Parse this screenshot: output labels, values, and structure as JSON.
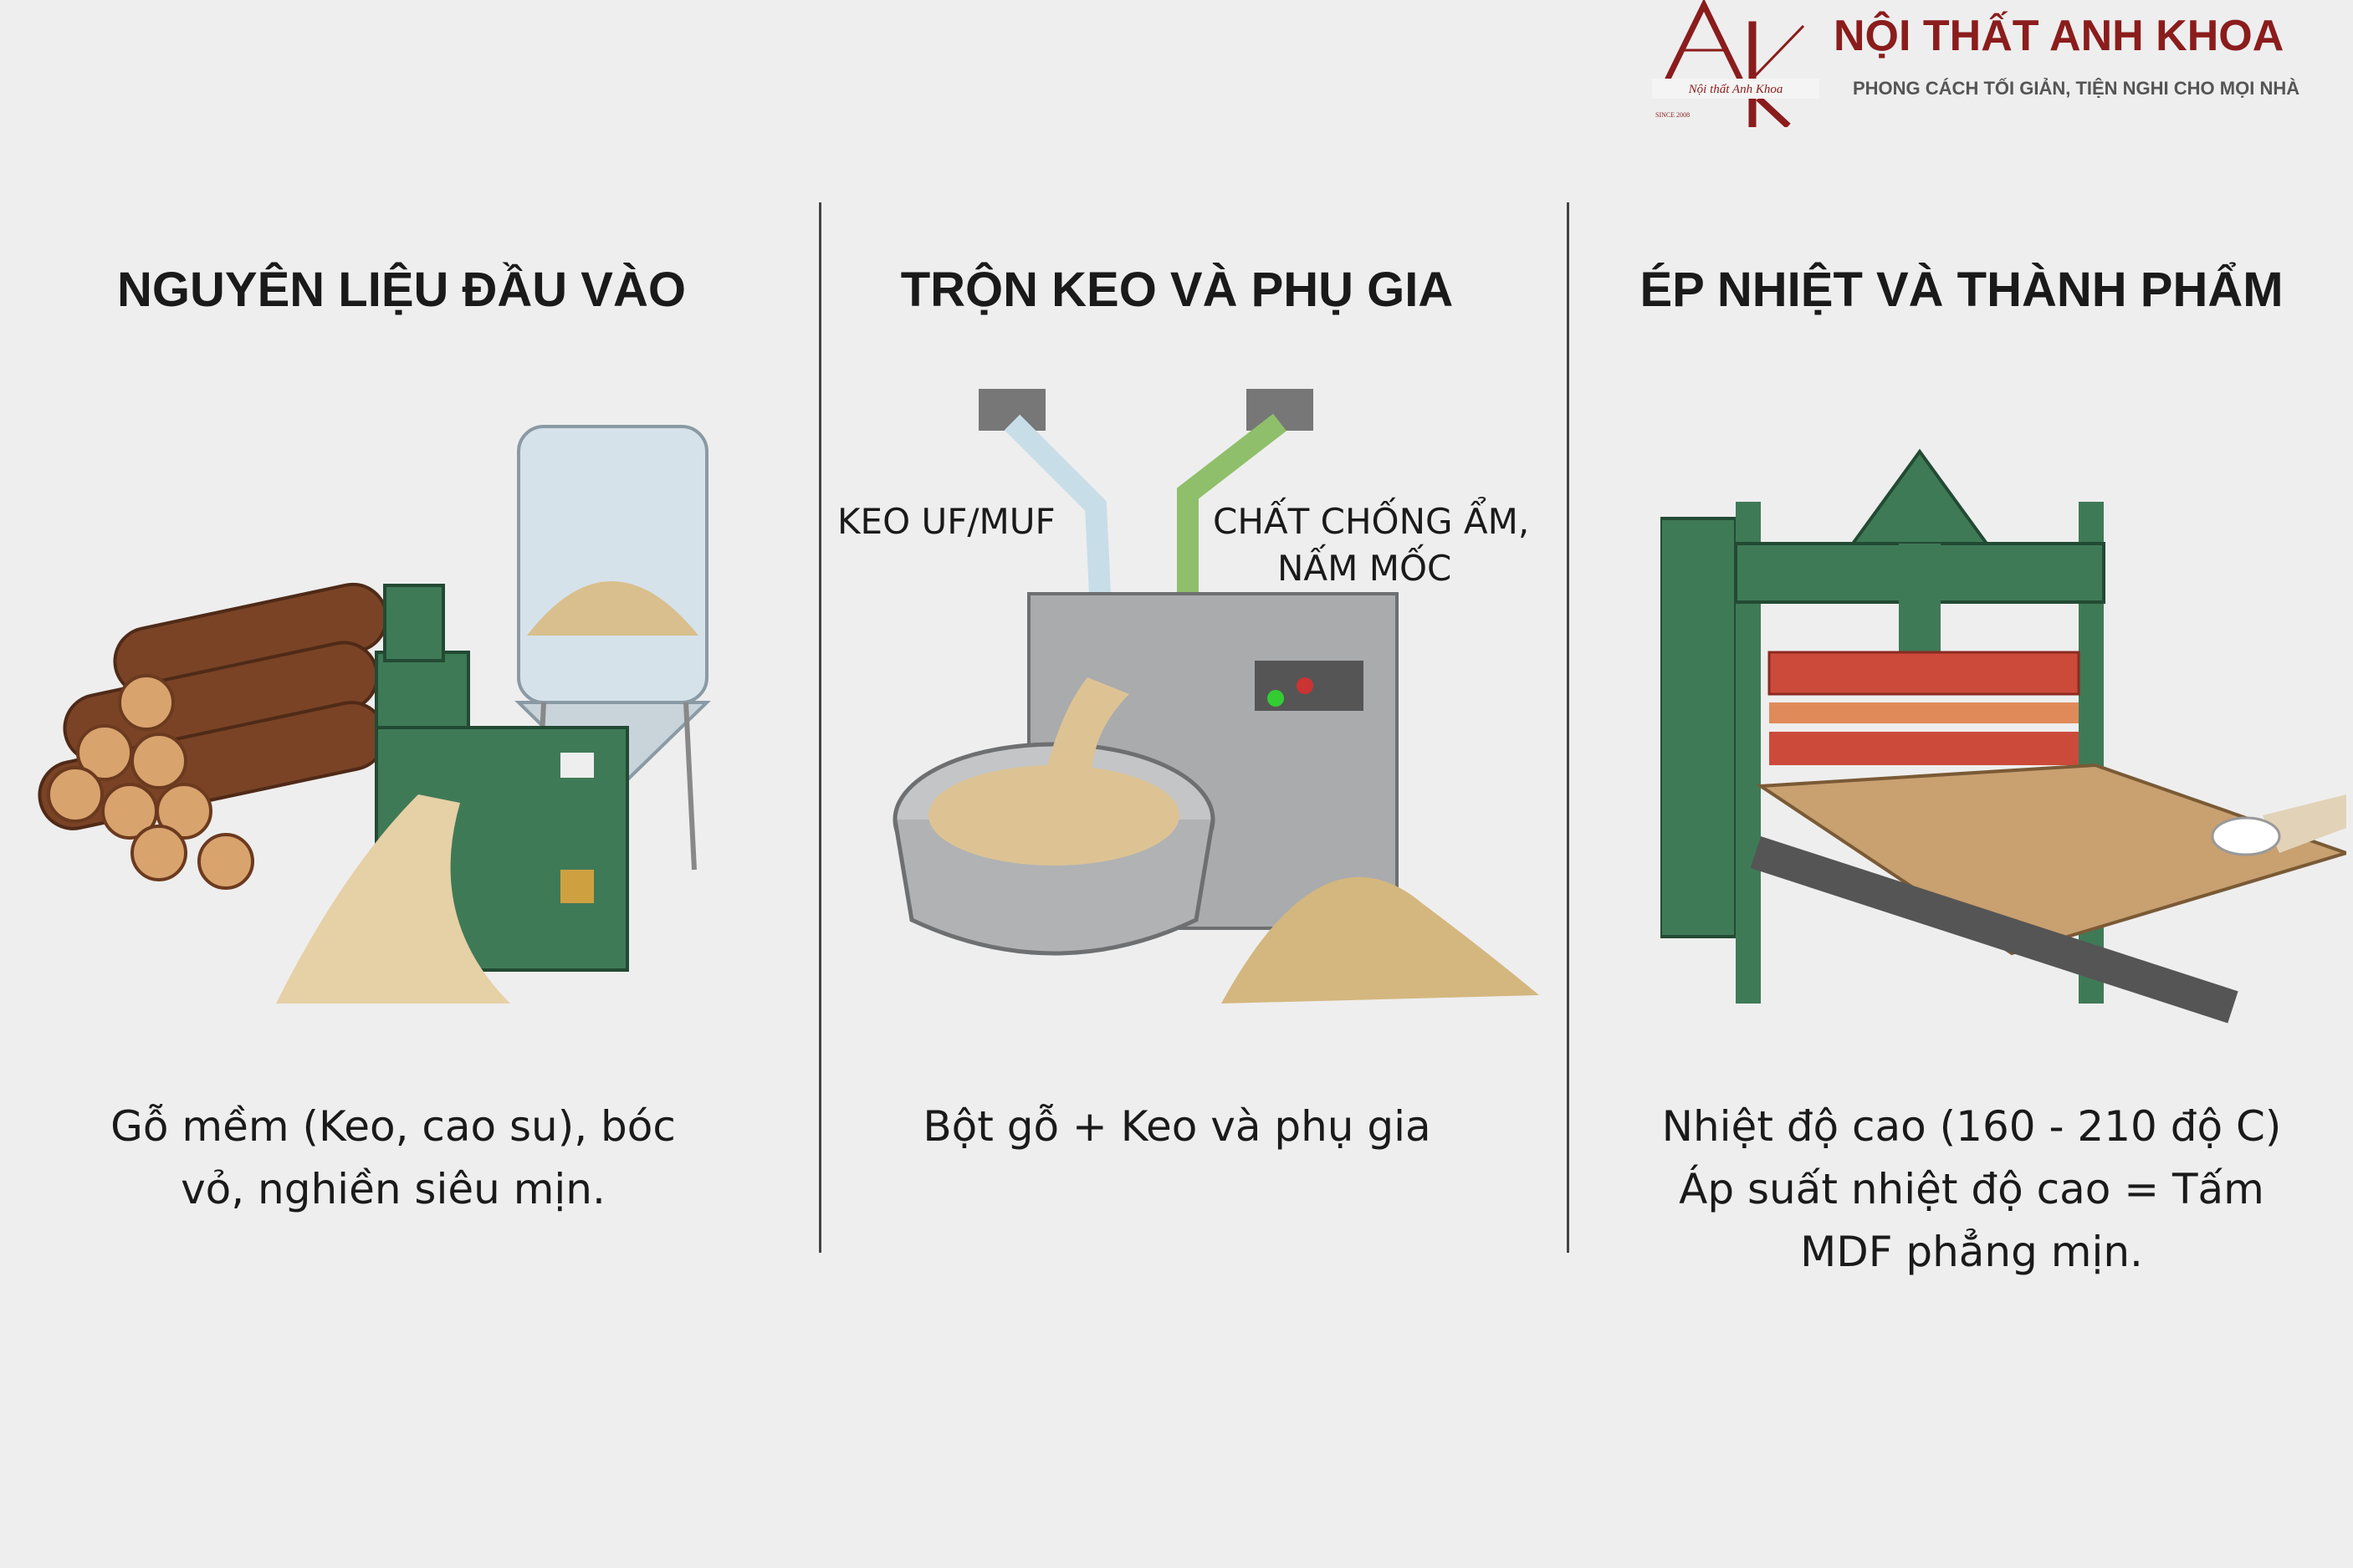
{
  "logo": {
    "brand": "NỘI THẤT ANH KHOA",
    "slogan": "PHONG  CÁCH TỐI GIẢN, TIỆN NGHI CHO MỌI NHÀ",
    "mark_letters": "AK",
    "mark_script": "Nội thất Anh Khoa",
    "mark_since": "SINCE 2008",
    "brand_color": "#8b1c1c"
  },
  "steps": [
    {
      "title": "NGUYÊN LIỆU ĐẦU VÀO",
      "caption_lines": [
        "Gỗ mềm (Keo, cao su), bóc",
        "vỏ, nghiền siêu mịn."
      ],
      "illustration": "logs-and-wood-grinder"
    },
    {
      "title": "TRỘN KEO VÀ PHỤ GIA",
      "labels": {
        "glue": "KEO UF/MUF",
        "additive_line1": "CHẤT CHỐNG ẨM,",
        "additive_line2": "NẤM MỐC"
      },
      "caption_lines": [
        "Bột gỗ + Keo và phụ gia"
      ],
      "illustration": "glue-mixing-machine"
    },
    {
      "title": "ÉP NHIỆT VÀ THÀNH PHẨM",
      "caption_lines": [
        "Nhiệt độ cao (160 - 210 độ C)",
        "Áp suất nhiệt độ cao = Tấm",
        "MDF phẳng mịn."
      ],
      "illustration": "hot-press-machine"
    }
  ]
}
